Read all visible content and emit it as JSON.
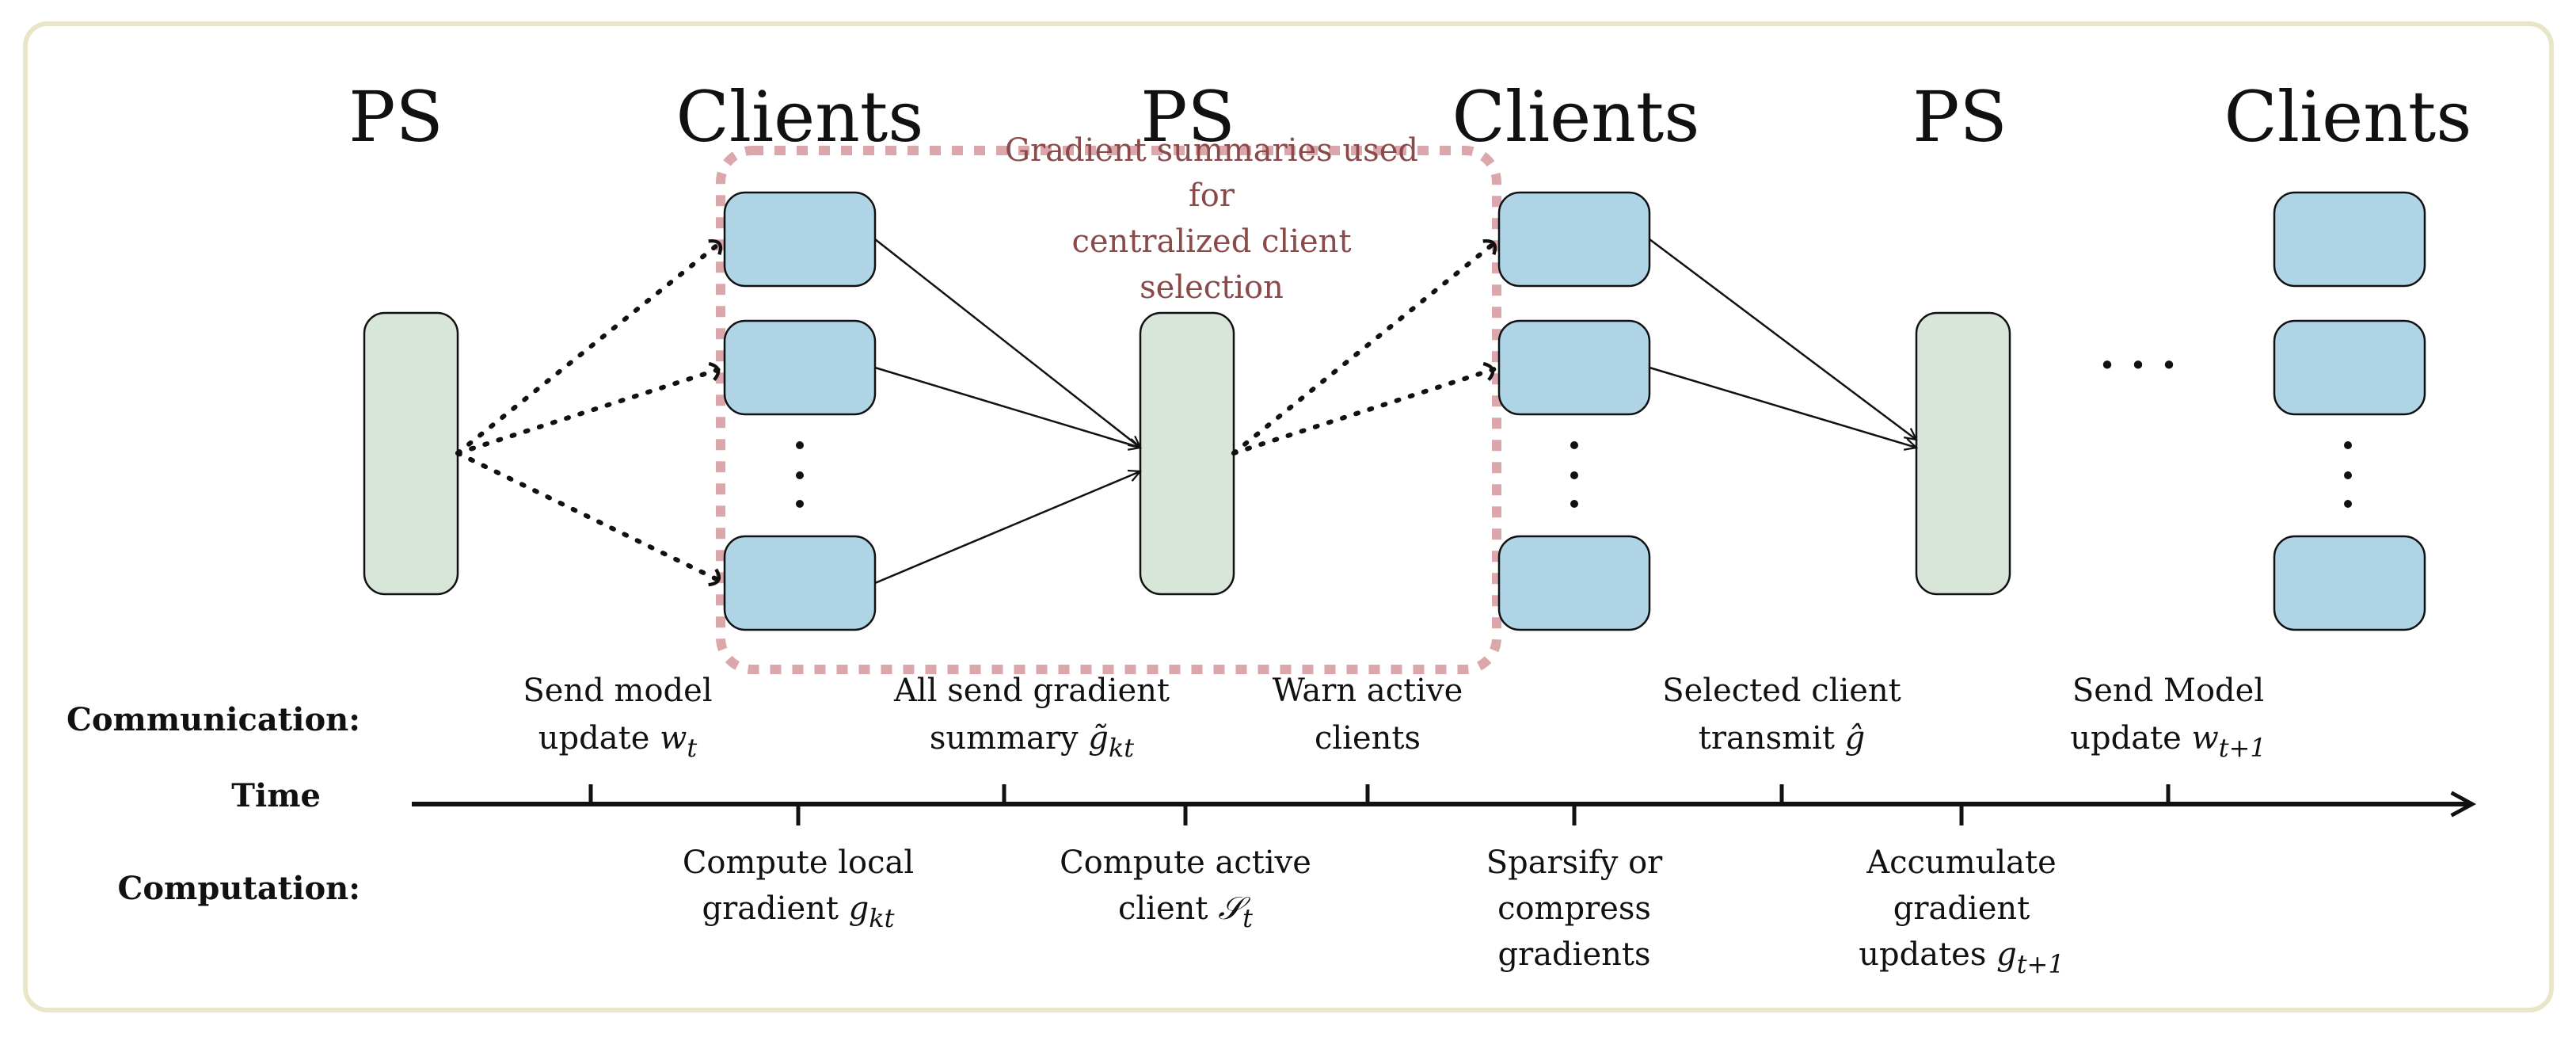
{
  "headers": [
    "PS",
    "Clients",
    "PS",
    "Clients",
    "PS",
    "Clients"
  ],
  "ellipsis": "· · ·",
  "highlight_note": [
    "Gradient summaries used",
    "for",
    "centralized client",
    "selection"
  ],
  "row_labels": {
    "communication": "Communication:",
    "time": "Time",
    "computation": "Computation:"
  },
  "communication_steps": [
    {
      "line1": "Send model",
      "line2": "update ",
      "sym": "w",
      "sub": "t",
      "tail": ""
    },
    {
      "line1": "All send gradient",
      "line2": "summary ",
      "sym": "g̃",
      "sub": "kt",
      "tail": ""
    },
    {
      "line1": "Warn active",
      "line2": "clients",
      "sym": "",
      "sub": "",
      "tail": ""
    },
    {
      "line1": "Selected client",
      "line2": "transmit ",
      "sym": "ĝ",
      "sub": "",
      "tail": ""
    },
    {
      "line1": "Send Model",
      "line2": "update ",
      "sym": "w",
      "sub": "t+1",
      "tail": ""
    }
  ],
  "computation_steps": [
    {
      "lines": [
        "Compute local"
      ],
      "last_text": "gradient ",
      "sym": "g",
      "sub": "kt"
    },
    {
      "lines": [
        "Compute active"
      ],
      "last_text": "client ",
      "sym": "𝒮",
      "sub": "t"
    },
    {
      "lines": [
        "Sparsify or",
        "compress"
      ],
      "last_text": "gradients",
      "sym": "",
      "sub": ""
    },
    {
      "lines": [
        "Accumulate",
        "gradient"
      ],
      "last_text": "updates ",
      "sym": "g",
      "sub": "t+1"
    }
  ],
  "colors": {
    "client_fill": "#aed4e6",
    "ps_fill": "#d8e6da",
    "highlight_border": "#dba7aa",
    "frame_border": "#e9e6c8"
  }
}
